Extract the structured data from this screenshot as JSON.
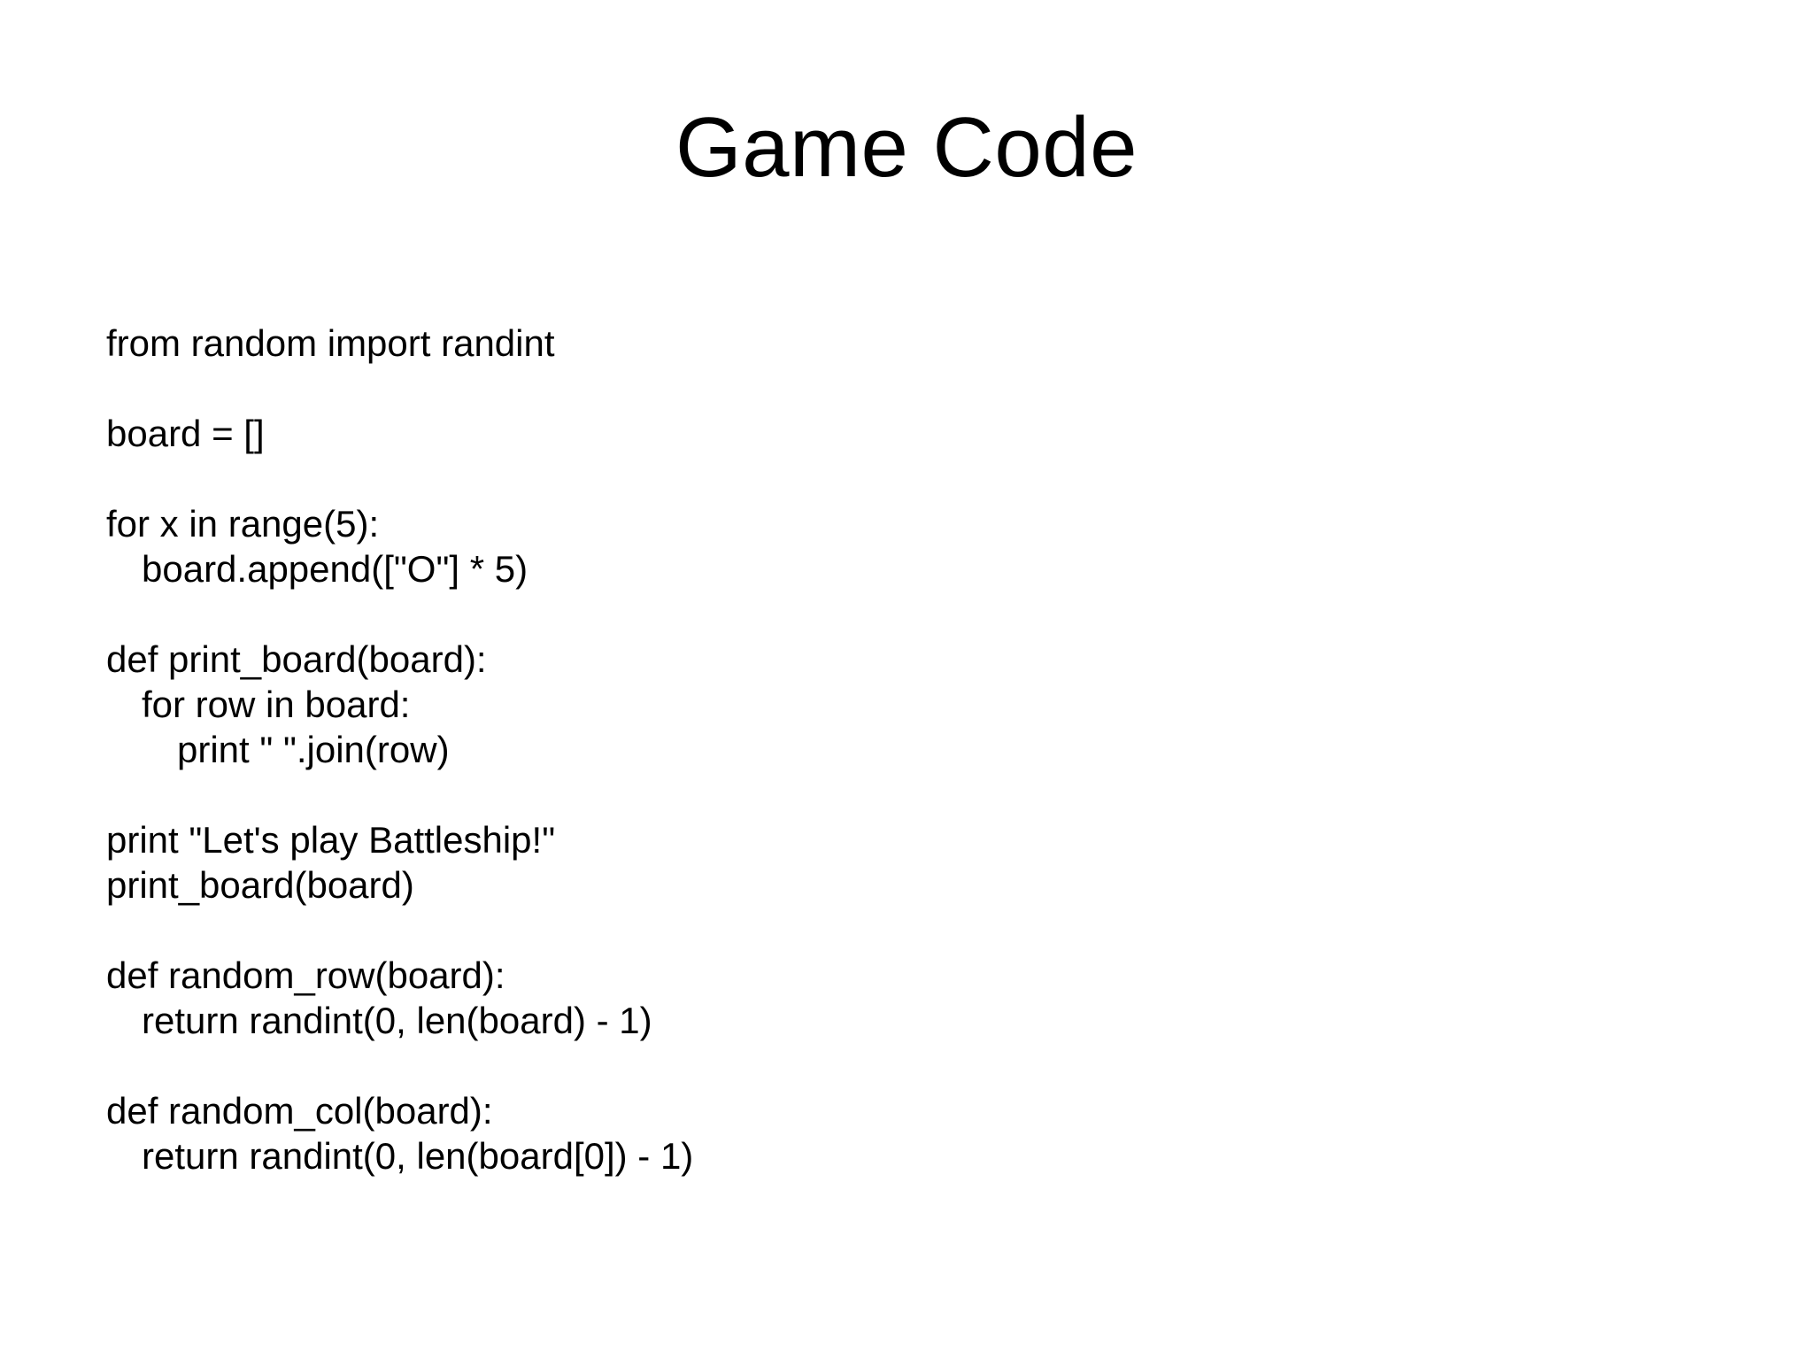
{
  "slide": {
    "title": "Game Code",
    "background_color": "#FFFFFF",
    "text_color": "#000000"
  },
  "code": {
    "language": "python",
    "lines": [
      {
        "text": "from random import randint",
        "indent": 0
      },
      {
        "text": "",
        "indent": 0
      },
      {
        "text": "board = []",
        "indent": 0
      },
      {
        "text": "",
        "indent": 0
      },
      {
        "text": "for x in range(5):",
        "indent": 0
      },
      {
        "text": "board.append([\"O\"] * 5)",
        "indent": 1
      },
      {
        "text": "",
        "indent": 0
      },
      {
        "text": "def print_board(board):",
        "indent": 0
      },
      {
        "text": "for row in board:",
        "indent": 1
      },
      {
        "text": "print \" \".join(row)",
        "indent": 2
      },
      {
        "text": "",
        "indent": 0
      },
      {
        "text": "print \"Let's play Battleship!\"",
        "indent": 0
      },
      {
        "text": "print_board(board)",
        "indent": 0
      },
      {
        "text": "",
        "indent": 0
      },
      {
        "text": "def random_row(board):",
        "indent": 0
      },
      {
        "text": "return randint(0, len(board) - 1)",
        "indent": 1
      },
      {
        "text": "",
        "indent": 0
      },
      {
        "text": "def random_col(board):",
        "indent": 0
      },
      {
        "text": "return randint(0, len(board[0]) - 1)",
        "indent": 1
      }
    ]
  }
}
